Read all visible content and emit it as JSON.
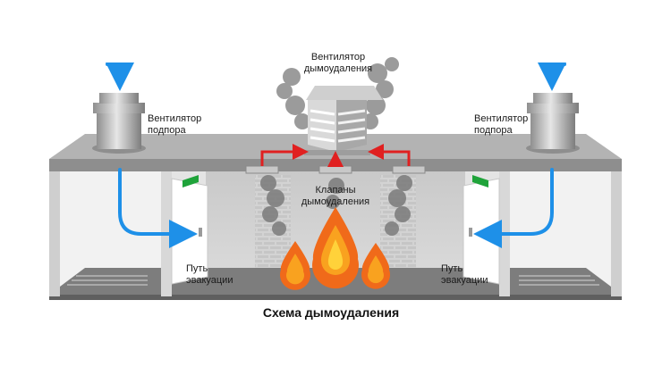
{
  "labels": {
    "fan_smoke_line1": "Вентилятор",
    "fan_smoke_line2": "дымоудаления",
    "fan_left_line1": "Вентилятор",
    "fan_left_line2": "подпора",
    "fan_right_line1": "Вентилятор",
    "fan_right_line2": "подпора",
    "valves_line1": "Клапаны",
    "valves_line2": "дымоудаления",
    "exit_left_line1": "Путь",
    "exit_left_line2": "эвакуации",
    "exit_right_line1": "Путь",
    "exit_right_line2": "эвакуации"
  },
  "caption": "Схема дымоудаления",
  "colors": {
    "airflow": "#1e90e8",
    "smoke_flow": "#e02020",
    "exit_sign": "#1fa33a",
    "flame_outer": "#f06a1a",
    "flame_mid": "#f9a21f",
    "flame_inner": "#ffd23a",
    "smoke": "#8a8a8a"
  },
  "icons": {
    "supply_fan": "cylinder-fan-icon",
    "exhaust_fan": "roof-exhaust-fan-icon",
    "exit_sign": "green-exit-sign-icon"
  }
}
